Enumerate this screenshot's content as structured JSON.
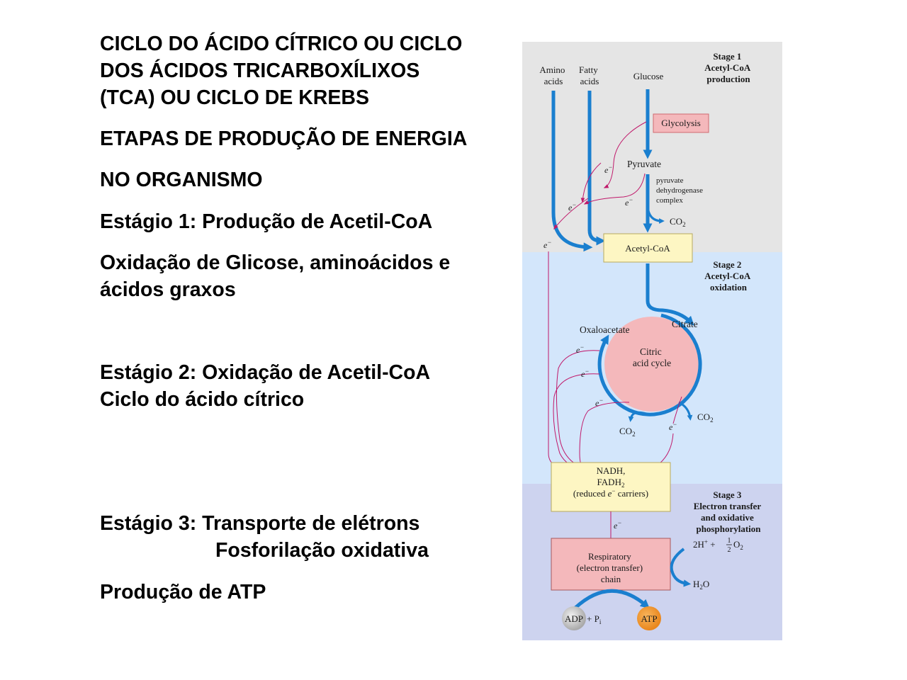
{
  "slide": {
    "title": [
      "CICLO DO ÁCIDO CÍTRICO OU CICLO",
      "DOS ÁCIDOS TRICARBOXÍLIXOS",
      "(TCA) OU CICLO DE KREBS"
    ],
    "etapas_line1": "ETAPAS DE PRODUÇÃO DE ENERGIA",
    "etapas_line2": "NO ORGANISMO",
    "estagio1": {
      "heading": "Estágio 1: Produção de Acetil-CoA",
      "desc": [
        "Oxidação de Glicose, aminoácidos e",
        "ácidos graxos"
      ]
    },
    "estagio2": {
      "heading": "Estágio 2: Oxidação de Acetil-CoA",
      "desc": "Ciclo do ácido cítrico"
    },
    "estagio3": {
      "heading": "Estágio 3: Transporte de elétrons",
      "desc": "Fosforilação oxidativa"
    },
    "atp_line": "Produção de ATP"
  },
  "figure": {
    "colors": {
      "stage1_bg": "#e5e5e5",
      "stage2_bg": "#d3e6fb",
      "stage3_bg": "#cdd3ef",
      "arrow_blue": "#1a7fcf",
      "electron_magenta": "#c0186a",
      "box_pink": "#f4b8bb",
      "box_yellow": "#fdf6c3",
      "atp_orange": "#f39a2e",
      "adp_gray": "#cfcfcf"
    },
    "stage1": {
      "title": [
        "Stage 1",
        "Acetyl-CoA",
        "production"
      ]
    },
    "stage2": {
      "title": [
        "Stage 2",
        "Acetyl-CoA",
        "oxidation"
      ]
    },
    "stage3": {
      "title": [
        "Stage 3",
        "Electron transfer",
        "and oxidative",
        "phosphorylation"
      ]
    },
    "labels": {
      "amino": [
        "Amino",
        "acids"
      ],
      "fatty": [
        "Fatty",
        "acids"
      ],
      "glucose": "Glucose",
      "glycolysis": "Glycolysis",
      "pyruvate": "Pyruvate",
      "pdh": [
        "pyruvate",
        "dehydrogenase",
        "complex"
      ],
      "co2": "CO",
      "co2_sub": "2",
      "acetyl_coa": "Acetyl-CoA",
      "citrate": "Citrate",
      "oxaloacetate": "Oxaloacetate",
      "cycle": [
        "Citric",
        "acid cycle"
      ],
      "electron": "e",
      "electron_sup": "−",
      "nadh": "NADH,",
      "fadh": "FADH",
      "fadh_sub": "2",
      "reduced": "(reduced",
      "carriers": "carriers)",
      "resp": [
        "Respiratory",
        "(electron transfer)",
        "chain"
      ],
      "h_plus": "2H",
      "h_plus_sup": "+",
      "plus": "+",
      "half_num": "1",
      "half_den": "2",
      "o2": "O",
      "o2_sub": "2",
      "h2o_h": "H",
      "h2o_sub": "2",
      "h2o_o": "O",
      "adp": "ADP",
      "adp_plus": "+ P",
      "pi_sub": "i",
      "atp": "ATP"
    }
  }
}
